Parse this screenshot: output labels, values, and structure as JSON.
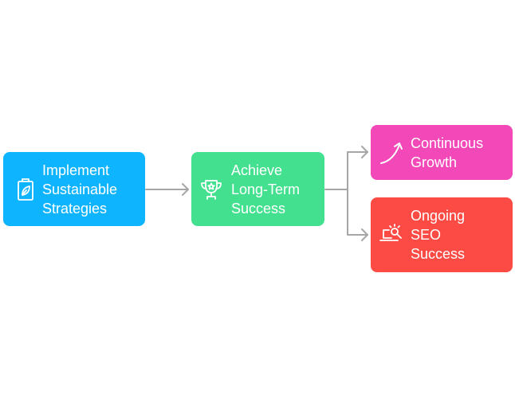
{
  "diagram": {
    "nodes": [
      {
        "id": "implement",
        "label": "Implement\nSustainable\nStrategies",
        "icon": "leaf-document-icon",
        "color": "#0fb4ff"
      },
      {
        "id": "achieve",
        "label": "Achieve\nLong-Term\nSuccess",
        "icon": "trophy-icon",
        "color": "#43e08f"
      },
      {
        "id": "growth",
        "label": "Continuous\nGrowth",
        "icon": "growth-arrow-icon",
        "color": "#f248b8"
      },
      {
        "id": "seo",
        "label": "Ongoing\nSEO\nSuccess",
        "icon": "seo-laptop-icon",
        "color": "#fc4a44"
      }
    ],
    "edges": [
      {
        "from": "implement",
        "to": "achieve"
      },
      {
        "from": "achieve",
        "to": "growth"
      },
      {
        "from": "achieve",
        "to": "seo"
      }
    ],
    "connector_color": "#a6a6a6"
  }
}
